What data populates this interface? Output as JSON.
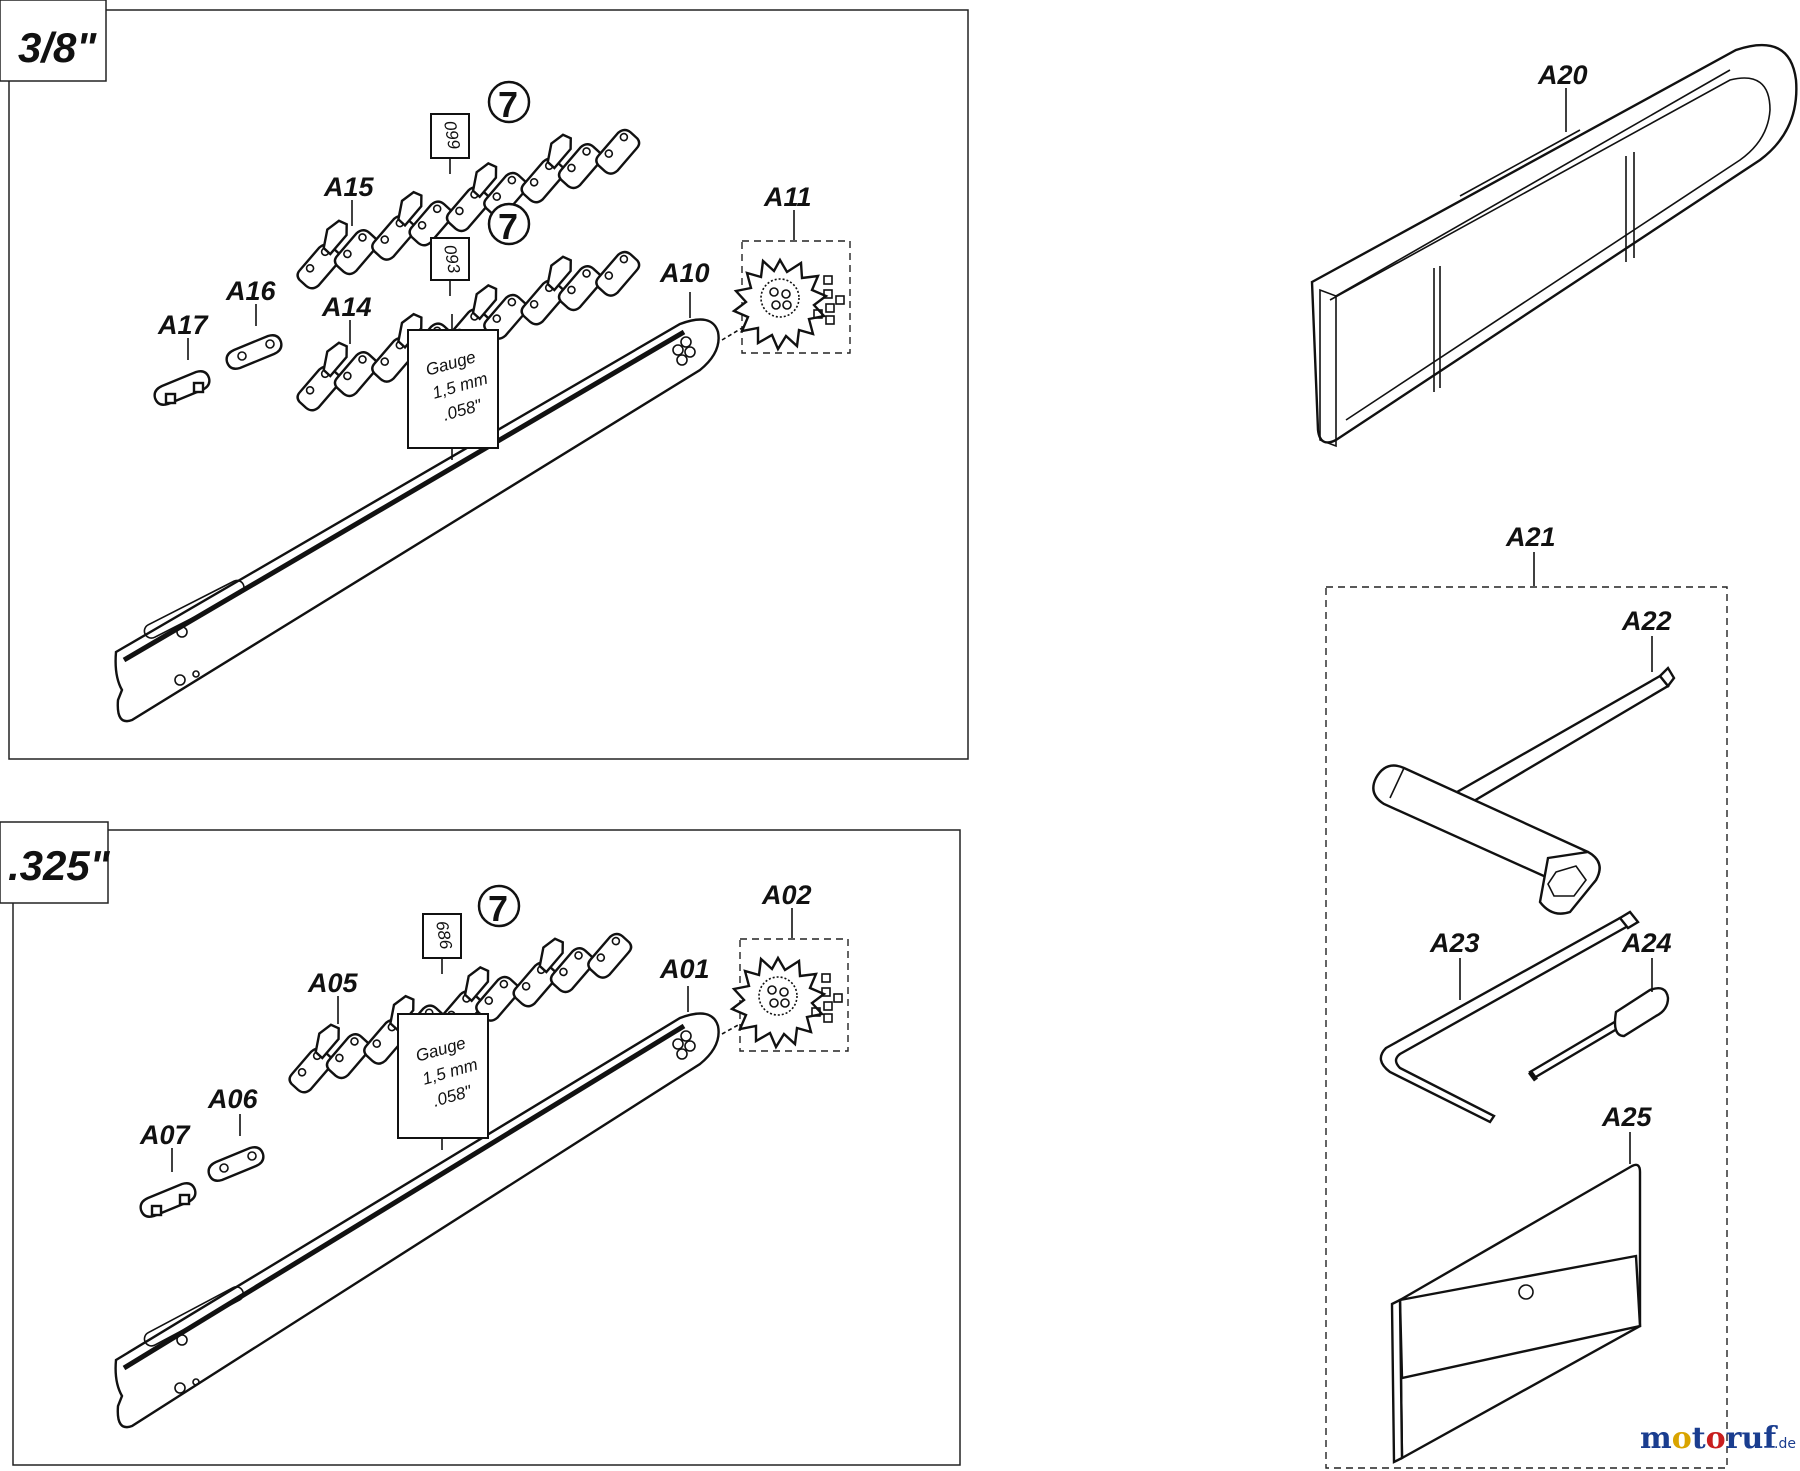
{
  "sections": {
    "pitch_38": "3/8\"",
    "pitch_325": ".325\""
  },
  "parts": {
    "A01": "A01",
    "A02": "A02",
    "A05": "A05",
    "A06": "A06",
    "A07": "A07",
    "A10": "A10",
    "A11": "A11",
    "A14": "A14",
    "A15": "A15",
    "A16": "A16",
    "A17": "A17",
    "A20": "A20",
    "A21": "A21",
    "A22": "A22",
    "A23": "A23",
    "A24": "A24",
    "A25": "A25"
  },
  "chain_codes": {
    "c099": "099",
    "c093": "093",
    "c686": "686"
  },
  "badge": "7",
  "gauge": {
    "title": "Gauge",
    "metric": "1,5 mm",
    "imperial": ".058\""
  },
  "watermark": {
    "brand": "motoruf",
    "tld": ".de"
  }
}
